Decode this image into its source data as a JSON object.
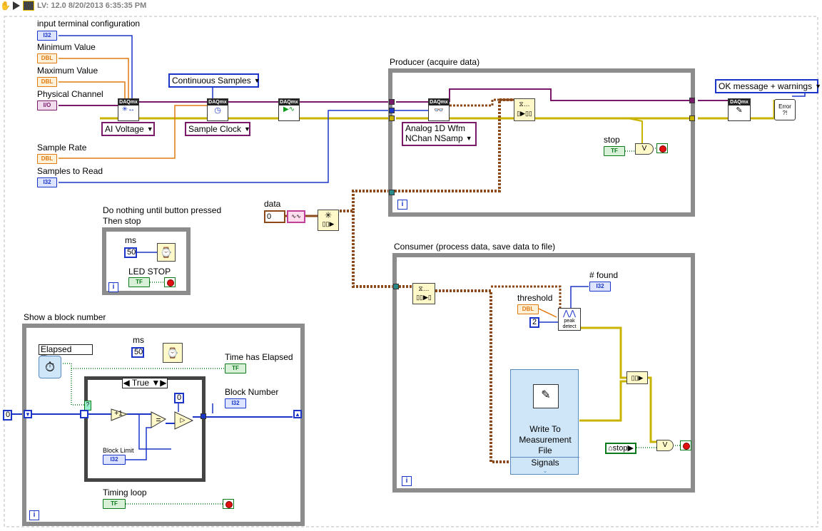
{
  "title_bar": {
    "version": "LV: 12.0 8/20/2013 6:35:35 PM"
  },
  "controls": {
    "input_terminal_configuration": {
      "label": "input terminal configuration",
      "type": "I32"
    },
    "minimum_value": {
      "label": "Minimum Value",
      "type": "DBL"
    },
    "maximum_value": {
      "label": "Maximum Value",
      "type": "DBL"
    },
    "physical_channel": {
      "label": "Physical Channel",
      "type": "I/O"
    },
    "sample_rate": {
      "label": "Sample Rate",
      "type": "DBL"
    },
    "samples_to_read": {
      "label": "Samples to Read",
      "type": "I32"
    }
  },
  "daqmx": {
    "header": "DAQmx",
    "create_channel_selector": "AI Voltage",
    "timing_selector": "Sample Clock",
    "sample_mode": "Continuous Samples",
    "read_selector_line1": "Analog 1D Wfm",
    "read_selector_line2": "NChan NSamp"
  },
  "producer": {
    "label": "Producer (acquire data)",
    "stop_label": "stop",
    "stop_type": "TF",
    "iter": "i"
  },
  "consumer": {
    "label": "Consumer (process data, save data to file)",
    "iter": "i",
    "threshold_label": "threshold",
    "threshold_type": "DBL",
    "width_value": "2",
    "found_label": "# found",
    "found_type": "I32",
    "peak_detect": "peak detect",
    "write_title_line1": "Write To",
    "write_title_line2": "Measurement",
    "write_title_line3": "File",
    "write_signals": "Signals",
    "stop_global": "stop"
  },
  "queue": {
    "data_label": "data",
    "data_value": "0"
  },
  "error_handler": {
    "selector": "OK message + warnings",
    "icon_text": "Error"
  },
  "waiting_loop": {
    "label_line1": "Do nothing until button pressed",
    "label_line2": "Then stop",
    "ms_label": "ms",
    "ms_value": "50",
    "led_label": "LED STOP",
    "led_type": "TF",
    "iter": "i"
  },
  "block_loop": {
    "label": "Show a block number",
    "ms_label": "ms",
    "ms_value": "50",
    "elapsed_label": "Elapsed Time",
    "elapsed_out_label": "Time has Elapsed",
    "elapsed_out_type": "TF",
    "case_value": "True",
    "zero_const": "0",
    "block_number_label": "Block Number",
    "block_number_type": "I32",
    "block_limit_label": "Block Limit",
    "block_limit_type": "I32",
    "init_value": "0",
    "timing_loop_label": "Timing loop",
    "timing_loop_type": "TF",
    "iter": "i"
  },
  "colors": {
    "error_cluster": "#c8b400",
    "task": "#7a1a6a",
    "waveform": "#8c4a1a",
    "numeric_int": "#1a35c8",
    "numeric_dbl": "#e07a10",
    "boolean": "#0a7a1a"
  }
}
